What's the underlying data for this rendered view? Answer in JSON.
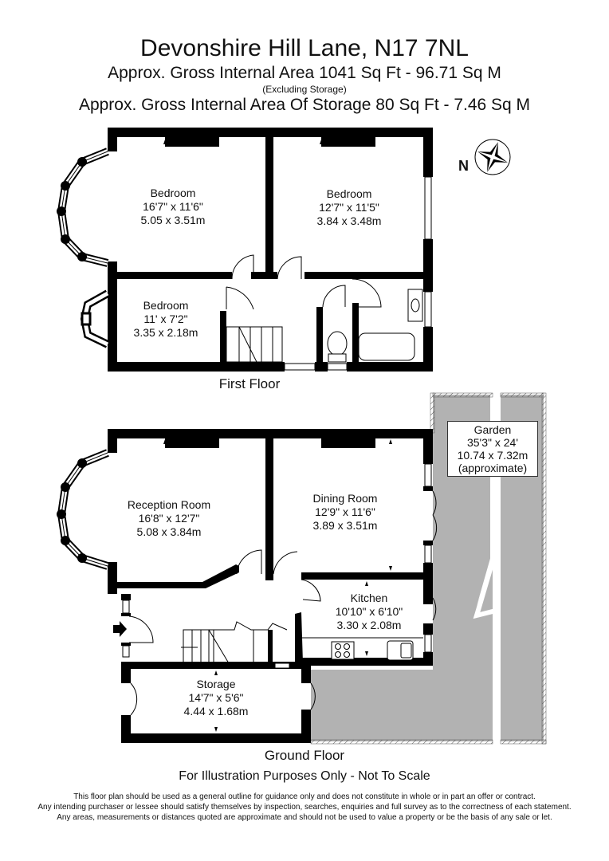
{
  "header": {
    "title": "Devonshire Hill Lane, N17 7NL",
    "gross_internal_area": "Approx. Gross Internal Area   1041 Sq Ft  -  96.71 Sq M",
    "excluding_note": "(Excluding Storage)",
    "storage_area": "Approx. Gross Internal Area Of Storage  80 Sq Ft  -  7.46 Sq M"
  },
  "compass": {
    "label": "N",
    "icon": "compass-rose-icon"
  },
  "first_floor": {
    "label": "First Floor",
    "rooms": [
      {
        "name": "Bedroom",
        "imperial": "16'7\" x 11'6\"",
        "metric": "5.05 x 3.51m"
      },
      {
        "name": "Bedroom",
        "imperial": "12'7\" x 11'5\"",
        "metric": "3.84 x 3.48m"
      },
      {
        "name": "Bedroom",
        "imperial": "11' x 7'2\"",
        "metric": "3.35 x 2.18m"
      }
    ]
  },
  "ground_floor": {
    "label": "Ground Floor",
    "rooms": [
      {
        "name": "Reception Room",
        "imperial": "16'8\" x 12'7\"",
        "metric": "5.08 x 3.84m"
      },
      {
        "name": "Dining Room",
        "imperial": "12'9\" x 11'6\"",
        "metric": "3.89 x 3.51m"
      },
      {
        "name": "Kitchen",
        "imperial": "10'10\" x 6'10\"",
        "metric": "3.30 x 2.08m"
      },
      {
        "name": "Storage",
        "imperial": "14'7\" x 5'6\"",
        "metric": "4.44 x 1.68m"
      }
    ],
    "garden": {
      "name": "Garden",
      "imperial": "35'3\" x 24'",
      "metric": "10.74 x 7.32m",
      "note": "(approximate)"
    }
  },
  "footer": {
    "not_to_scale": "For Illustration Purposes Only - Not To Scale",
    "disclaimer": [
      "This floor plan should be used as a general outline for guidance only and does not constitute in whole or in part an offer or contract.",
      "Any intending purchaser or lessee should satisfy themselves by inspection, searches, enquiries and full survey as to the correctness of each statement.",
      "Any areas, measurements or distances quoted are approximate and should not be used to value a property or be the basis of any sale or let."
    ]
  },
  "colors": {
    "wall": "#000000",
    "garden": "#b2b2b2",
    "background": "#ffffff"
  }
}
